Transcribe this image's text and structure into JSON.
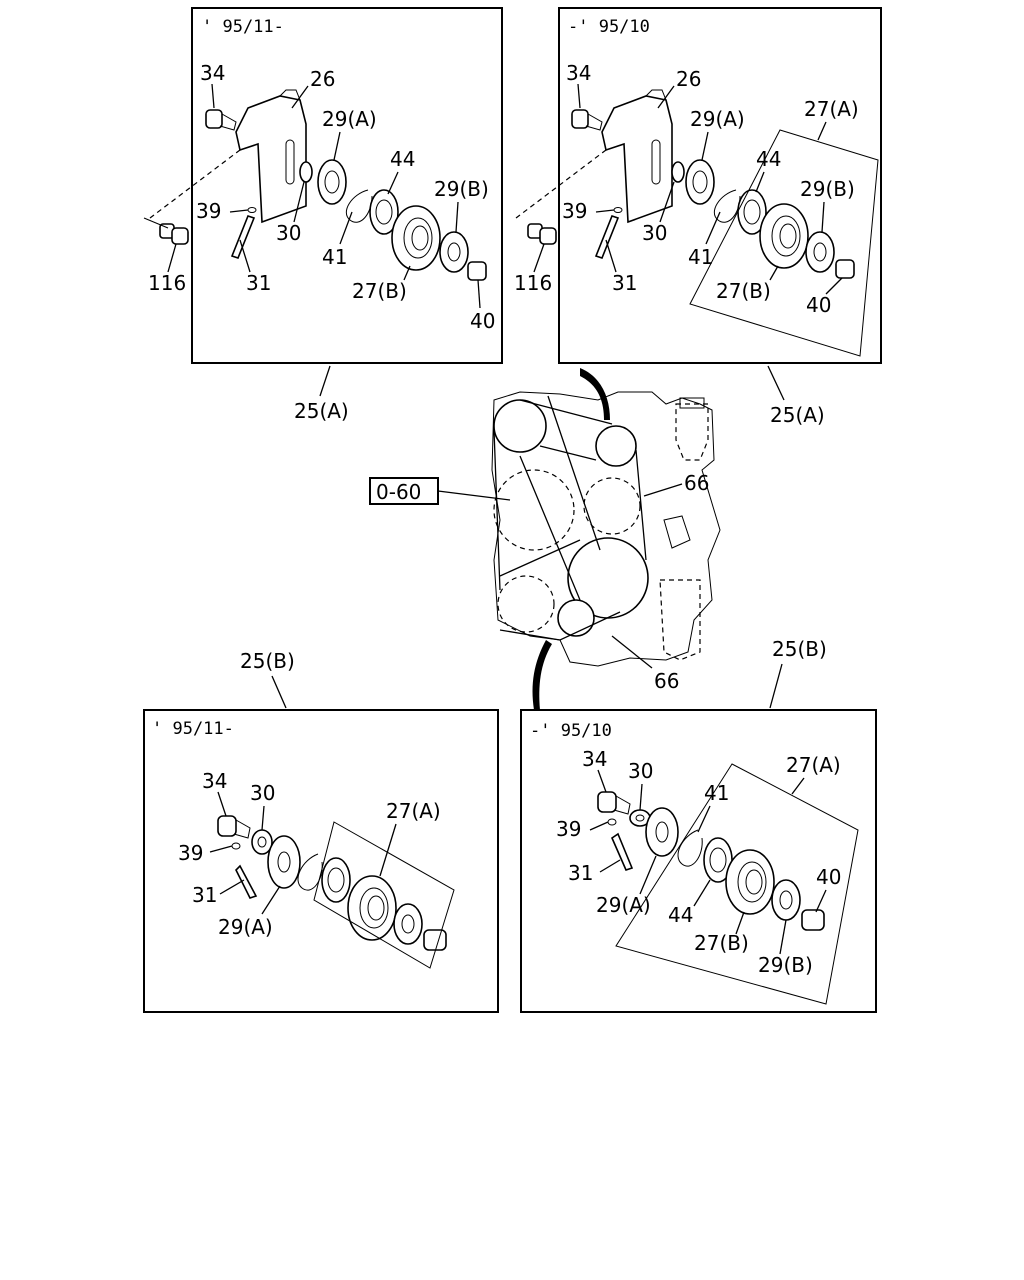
{
  "panels": {
    "top_left": {
      "date": "' 95/11-"
    },
    "top_right": {
      "date": "-' 95/10"
    },
    "bottom_left": {
      "date": "' 95/11-"
    },
    "bottom_right": {
      "date": "-' 95/10"
    }
  },
  "refs": {
    "top_left": "25(A)",
    "top_right": "25(A)",
    "bottom_left": "25(B)",
    "bottom_right": "25(B)",
    "section_ref": "0-60"
  },
  "labels": {
    "tl": [
      "34",
      "26",
      "29(A)",
      "44",
      "29(B)",
      "39",
      "30",
      "41",
      "116",
      "31",
      "27(B)",
      "40"
    ],
    "tr": [
      "34",
      "26",
      "29(A)",
      "27(A)",
      "44",
      "29(B)",
      "39",
      "30",
      "41",
      "116",
      "31",
      "27(B)",
      "40"
    ],
    "center": [
      "66",
      "66"
    ],
    "bl": [
      "34",
      "30",
      "27(A)",
      "39",
      "31",
      "29(A)"
    ],
    "br": [
      "34",
      "30",
      "27(A)",
      "41",
      "39",
      "31",
      "40",
      "29(A)",
      "44",
      "27(B)",
      "29(B)"
    ]
  }
}
